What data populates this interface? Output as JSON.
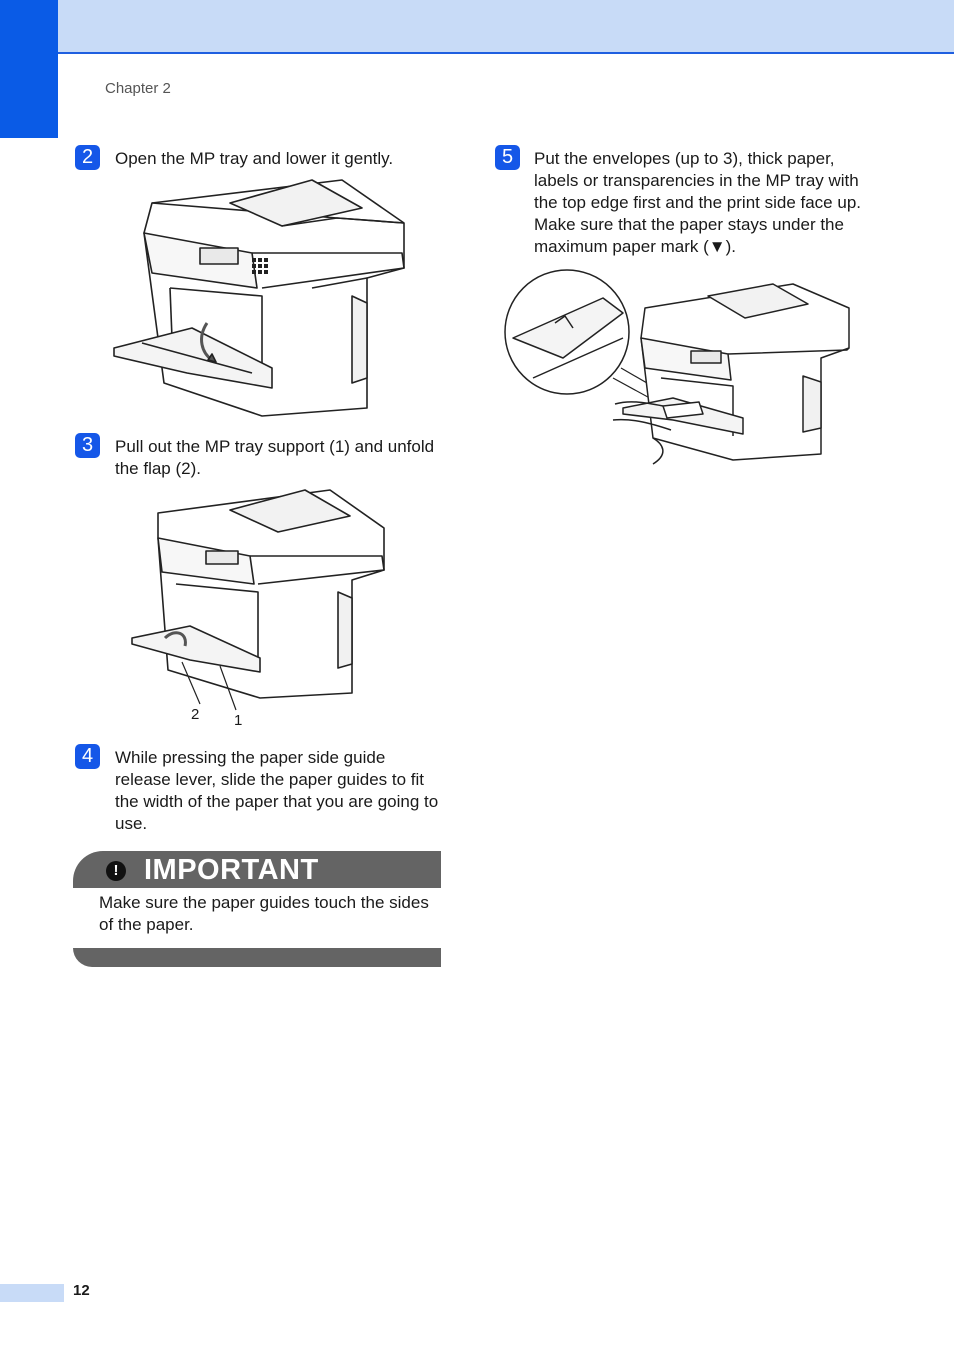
{
  "header": {
    "chapter": "Chapter 2"
  },
  "steps": [
    {
      "number": "2",
      "text": "Open the MP tray and lower it gently."
    },
    {
      "number": "3",
      "text": "Pull out the MP tray support (1) and unfold the flap (2)."
    },
    {
      "number": "4",
      "text": "While pressing the paper side guide release lever, slide the paper guides to fit the width of the paper that you are going to use."
    },
    {
      "number": "5",
      "text": "Put the envelopes (up to 3), thick paper, labels or transparencies in the MP tray with the top edge first and the print side face up. Make sure that the paper stays under the maximum paper mark (▼)."
    }
  ],
  "callouts": {
    "label_2": "2",
    "label_1": "1"
  },
  "important": {
    "title": "IMPORTANT",
    "icon": "exclamation-icon",
    "text": "Make sure the paper guides touch the sides of the paper."
  },
  "footer": {
    "page_number": "12"
  },
  "colors": {
    "accent": "#0a5be6",
    "header_band": "#c8dbf7",
    "important_bar": "#646464"
  }
}
